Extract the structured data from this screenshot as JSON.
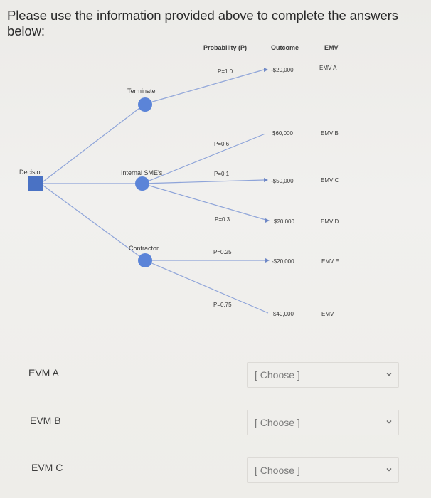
{
  "question": {
    "heading": "Please use the information provided above to complete the answers below:"
  },
  "tree": {
    "headers": {
      "probability": "Probability (P)",
      "outcome": "Outcome",
      "emv": "EMV"
    },
    "decision_label": "Decision",
    "nodes": {
      "terminate": "Terminate",
      "internal": "Internal SME's",
      "contractor": "Contractor"
    },
    "branches": [
      {
        "prob": "P=1.0",
        "outcome": "-$20,000",
        "emv": "EMV A"
      },
      {
        "prob": "P=0.6",
        "outcome": "$60,000",
        "emv": "EMV B"
      },
      {
        "prob": "P=0.1",
        "outcome": "-$50,000",
        "emv": "EMV C"
      },
      {
        "prob": "P=0.3",
        "outcome": "$20,000",
        "emv": "EMV D"
      },
      {
        "prob": "P=0.25",
        "outcome": "-$20,000",
        "emv": "EMV E"
      },
      {
        "prob": "P=0.75",
        "outcome": "$40,000",
        "emv": "EMV F"
      }
    ],
    "colors": {
      "line": "#8ea4d9",
      "node": "#5b84d8",
      "decision": "#4a72c4"
    }
  },
  "answers": [
    {
      "label": "EVM A",
      "value": "[ Choose ]"
    },
    {
      "label": "EVM B",
      "value": "[ Choose ]"
    },
    {
      "label": "EVM C",
      "value": "[ Choose ]"
    }
  ]
}
